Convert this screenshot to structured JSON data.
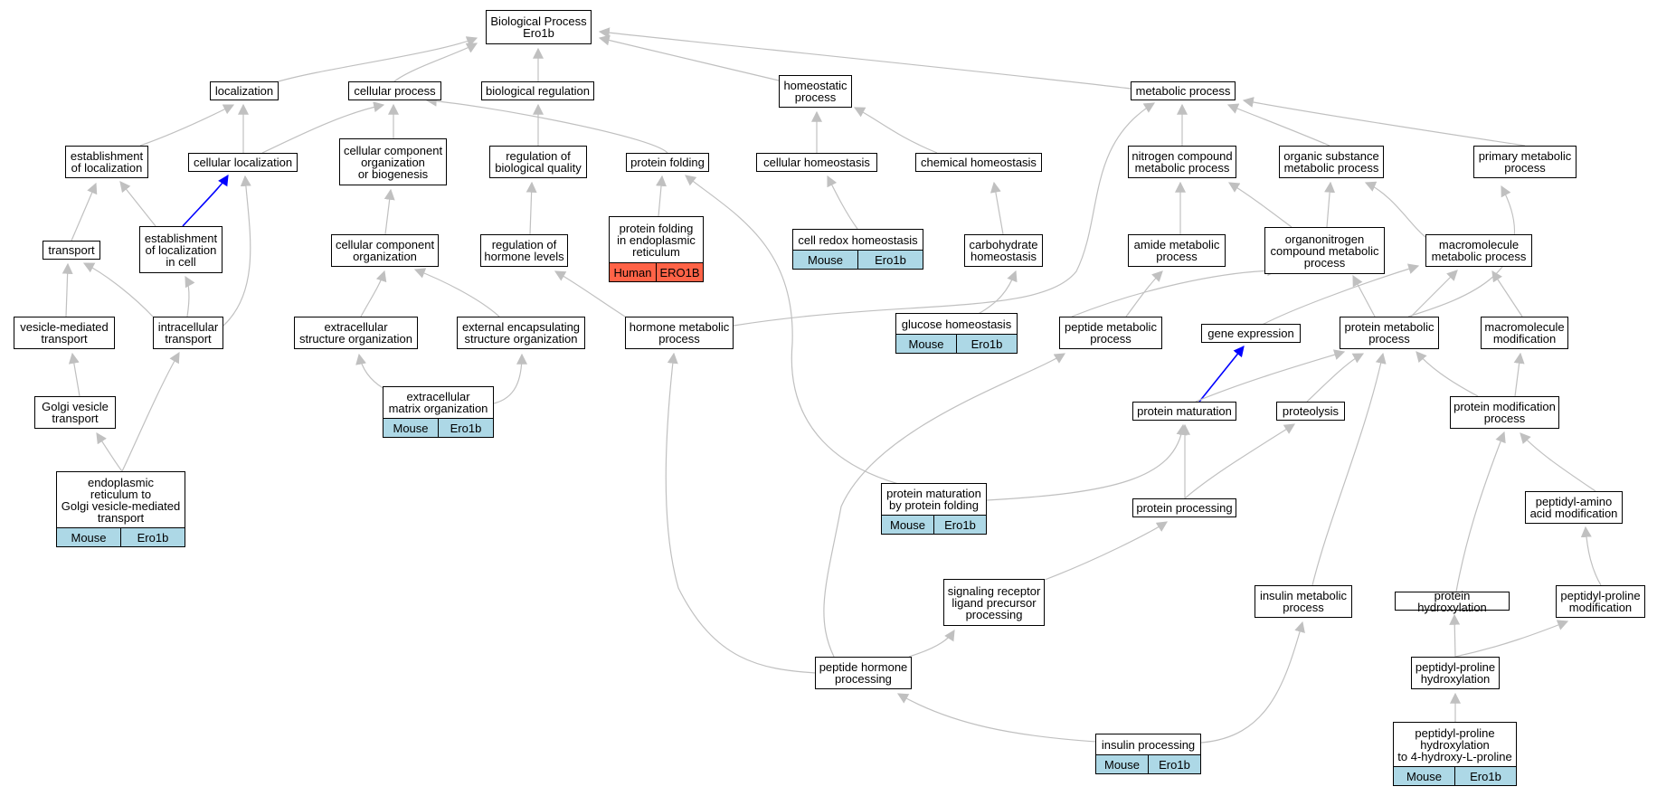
{
  "colors": {
    "edge": "#c0c0c0",
    "highlight_edge": "#0000ff",
    "mouse_tag": "#add8e6",
    "human_tag": "#ff6347"
  },
  "nodes": {
    "root": "Biological Process\nEro1b",
    "localization": "localization",
    "cellular_process": "cellular process",
    "biological_regulation": "biological regulation",
    "homeostatic_process": "homeostatic\nprocess",
    "metabolic_process": "metabolic process",
    "establishment_of_localization": "establishment\nof localization",
    "cellular_localization": "cellular localization",
    "ccob": "cellular component\norganization\nor biogenesis",
    "regulation_of_biological_quality": "regulation of\nbiological quality",
    "protein_folding": "protein folding",
    "cellular_homeostasis": "cellular homeostasis",
    "chemical_homeostasis": "chemical homeostasis",
    "nitrogen_compound_mp": "nitrogen compound\nmetabolic process",
    "organic_substance_mp": "organic substance\nmetabolic process",
    "primary_mp": "primary metabolic\nprocess",
    "transport": "transport",
    "establishment_in_cell": "establishment\nof localization\nin cell",
    "cellular_component_organization": "cellular component\norganization",
    "regulation_of_hormone_levels": "regulation of\nhormone levels",
    "carbohydrate_homeostasis": "carbohydrate\nhomeostasis",
    "amide_mp": "amide metabolic\nprocess",
    "organonitrogen_cmp": "organonitrogen\ncompound metabolic\nprocess",
    "macromolecule_mp": "macromolecule\nmetabolic process",
    "vesicle_mediated_transport": "vesicle-mediated\ntransport",
    "intracellular_transport": "intracellular\ntransport",
    "extracellular_structure_org": "extracellular\nstructure organization",
    "external_encapsulating_org": "external encapsulating\nstructure organization",
    "hormone_mp": "hormone metabolic\nprocess",
    "peptide_mp": "peptide metabolic\nprocess",
    "gene_expression": "gene expression",
    "protein_mp": "protein metabolic\nprocess",
    "macromolecule_modification": "macromolecule\nmodification",
    "golgi_vesicle_transport": "Golgi vesicle\ntransport",
    "protein_maturation": "protein maturation",
    "proteolysis": "proteolysis",
    "protein_modification_process": "protein modification\nprocess",
    "protein_processing": "protein processing",
    "peptidyl_amino_acid_mod": "peptidyl-amino\nacid modification",
    "signaling_receptor_ligand": "signaling receptor\nligand precursor\nprocessing",
    "insulin_mp": "insulin metabolic\nprocess",
    "protein_hydroxylation": "protein hydroxylation",
    "peptidyl_proline_mod": "peptidyl-proline\nmodification",
    "peptide_hormone_processing": "peptide hormone\nprocessing",
    "peptidyl_proline_hydroxylation": "peptidyl-proline\nhydroxylation"
  },
  "annotated": {
    "protein_folding_er": {
      "label": "protein folding\nin endoplasmic\nreticulum",
      "tags": [
        "Human",
        "ERO1B"
      ]
    },
    "cell_redox_homeostasis": {
      "label": "cell redox homeostasis",
      "tags": [
        "Mouse",
        "Ero1b"
      ]
    },
    "glucose_homeostasis": {
      "label": "glucose homeostasis",
      "tags": [
        "Mouse",
        "Ero1b"
      ]
    },
    "extracellular_matrix_org": {
      "label": "extracellular\nmatrix organization",
      "tags": [
        "Mouse",
        "Ero1b"
      ]
    },
    "er_to_golgi": {
      "label": "endoplasmic\nreticulum to\nGolgi vesicle-mediated\ntransport",
      "tags": [
        "Mouse",
        "Ero1b"
      ]
    },
    "protein_maturation_by_folding": {
      "label": "protein maturation\nby protein folding",
      "tags": [
        "Mouse",
        "Ero1b"
      ]
    },
    "insulin_processing": {
      "label": "insulin processing",
      "tags": [
        "Mouse",
        "Ero1b"
      ]
    },
    "hydroxy_l_proline": {
      "label": "peptidyl-proline\nhydroxylation\nto 4-hydroxy-L-proline",
      "tags": [
        "Mouse",
        "Ero1b"
      ]
    }
  }
}
